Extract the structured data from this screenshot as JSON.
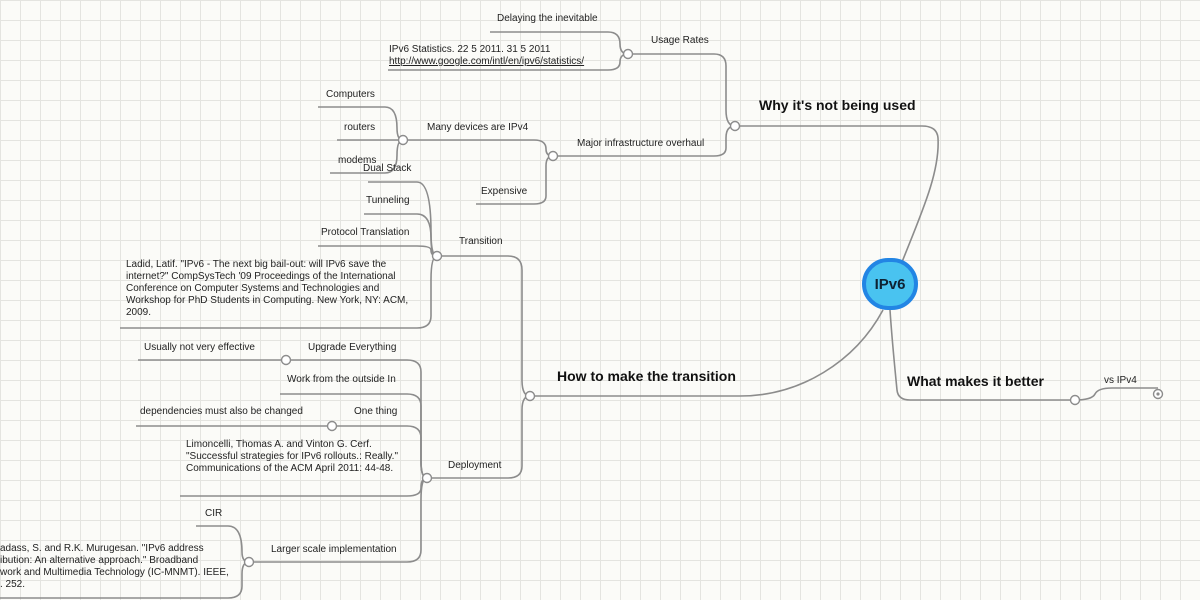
{
  "root": {
    "label": "IPv6"
  },
  "why": {
    "title": "Why it's not being used",
    "usage_rates": {
      "label": "Usage Rates",
      "delaying": "Delaying the inevitable",
      "stats_text": "IPv6 Statistics. 22 5 2011. 31 5 2011",
      "stats_link": "http://www.google.com/intl/en/ipv6/statistics/"
    },
    "infrastructure": {
      "label": "Major infrastructure overhaul",
      "many_devices": {
        "label": "Many devices are IPv4",
        "items": [
          "Computers",
          "routers",
          "modems"
        ]
      },
      "expensive": "Expensive"
    }
  },
  "how": {
    "title": "How to make the transition",
    "transition": {
      "label": "Transition",
      "items": [
        "Dual Stack",
        "Tunneling",
        "Protocol Translation"
      ],
      "citation": "Ladid, Latif. \"IPv6 - The next big bail-out: will IPv6 save the internet?\" CompSysTech '09 Proceedings of the International Conference on Computer Systems and Technologies and Workshop for PhD Students in Computing. New York, NY: ACM, 2009."
    },
    "deployment": {
      "label": "Deployment",
      "upgrade": {
        "label": "Upgrade Everything",
        "note": "Usually not very effective"
      },
      "outside_in": "Work from the outside In",
      "one_thing": {
        "label": "One thing",
        "note": "dependencies must also be changed"
      },
      "citation": "Limoncelli, Thomas A. and Vinton G. Cerf. \"Successful strategies for IPv6 rollouts.: Really.\" Communications of the ACM April 2011: 44-48.",
      "larger_scale": {
        "label": "Larger scale implementation",
        "cir": "CIR",
        "citation_lines": [
          "adass, S. and R.K. Murugesan. \"IPv6 address",
          "ibution: An alternative approach.\" Broadband",
          "work and Multimedia Technology (IC-MNMT). IEEE,",
          ". 252."
        ]
      }
    }
  },
  "better": {
    "title": "What makes it better",
    "vs": "vs IPv4"
  }
}
